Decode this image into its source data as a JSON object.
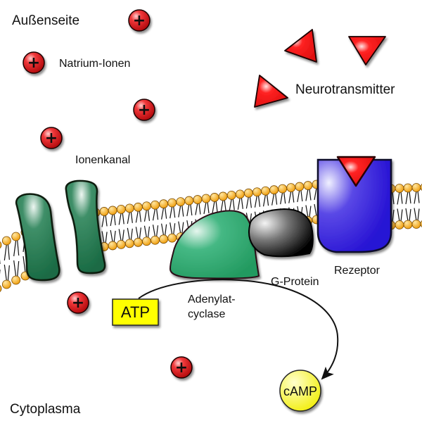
{
  "labels": {
    "outside": "Außenseite",
    "sodium_ions": "Natrium-Ionen",
    "neurotransmitter": "Neurotransmitter",
    "ion_channel": "Ionenkanal",
    "receptor": "Rezeptor",
    "g_protein": "G-Protein",
    "adenylate_cyclase_line1": "Adenylat-",
    "adenylate_cyclase_line2": "cyclase",
    "atp": "ATP",
    "camp": "cAMP",
    "cytoplasm": "Cytoplasma"
  },
  "ion_symbol": "+",
  "colors": {
    "ion": "#e8191c",
    "neurotransmitter": "#ee1c1c",
    "ion_channel": "#1f7a4e",
    "adenylate_cyclase": "#2fa870",
    "g_protein": "#2a2a2a",
    "receptor": "#2a18d8",
    "lipid_head": "#f4a820",
    "atp_box": "#ffff00",
    "camp_circle": "#ffff33"
  }
}
